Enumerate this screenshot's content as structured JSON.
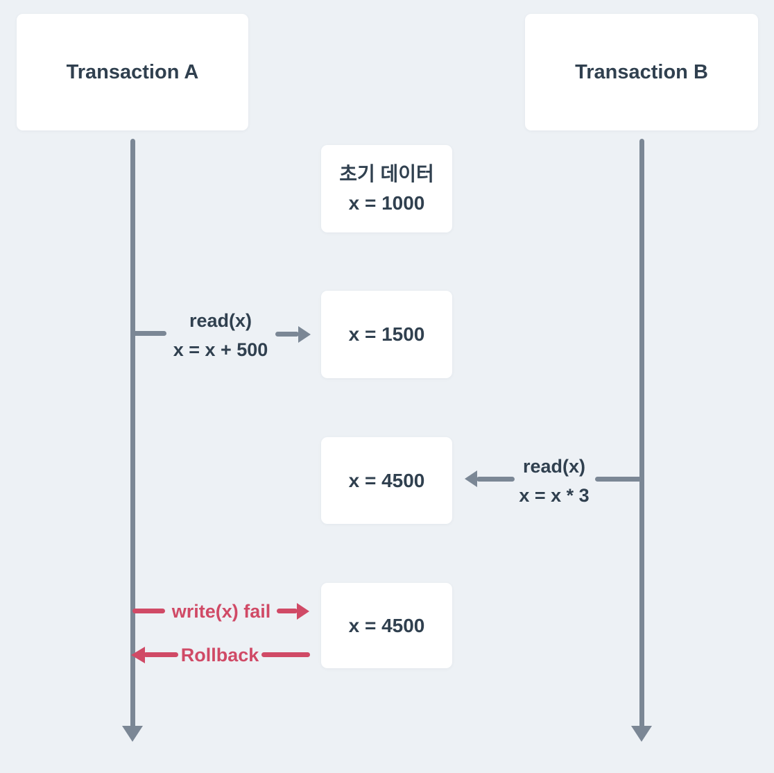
{
  "colors": {
    "background": "#edf1f5",
    "card": "#ffffff",
    "text": "#30404f",
    "line_gray": "#7b8795",
    "accent_red": "#d04a66"
  },
  "actors": [
    {
      "label": "Transaction A"
    },
    {
      "label": "Transaction B"
    }
  ],
  "data_boxes": [
    {
      "lines": [
        "초기 데이터",
        "x = 1000"
      ]
    },
    {
      "lines": [
        "x = 1500"
      ]
    },
    {
      "lines": [
        "x = 4500"
      ]
    },
    {
      "lines": [
        "x = 4500"
      ]
    }
  ],
  "events": [
    {
      "line1": "read(x)",
      "line2": "x = x + 500"
    },
    {
      "line1": "read(x)",
      "line2": "x = x * 3"
    },
    {
      "label": "write(x) fail"
    },
    {
      "label": "Rollback"
    }
  ]
}
